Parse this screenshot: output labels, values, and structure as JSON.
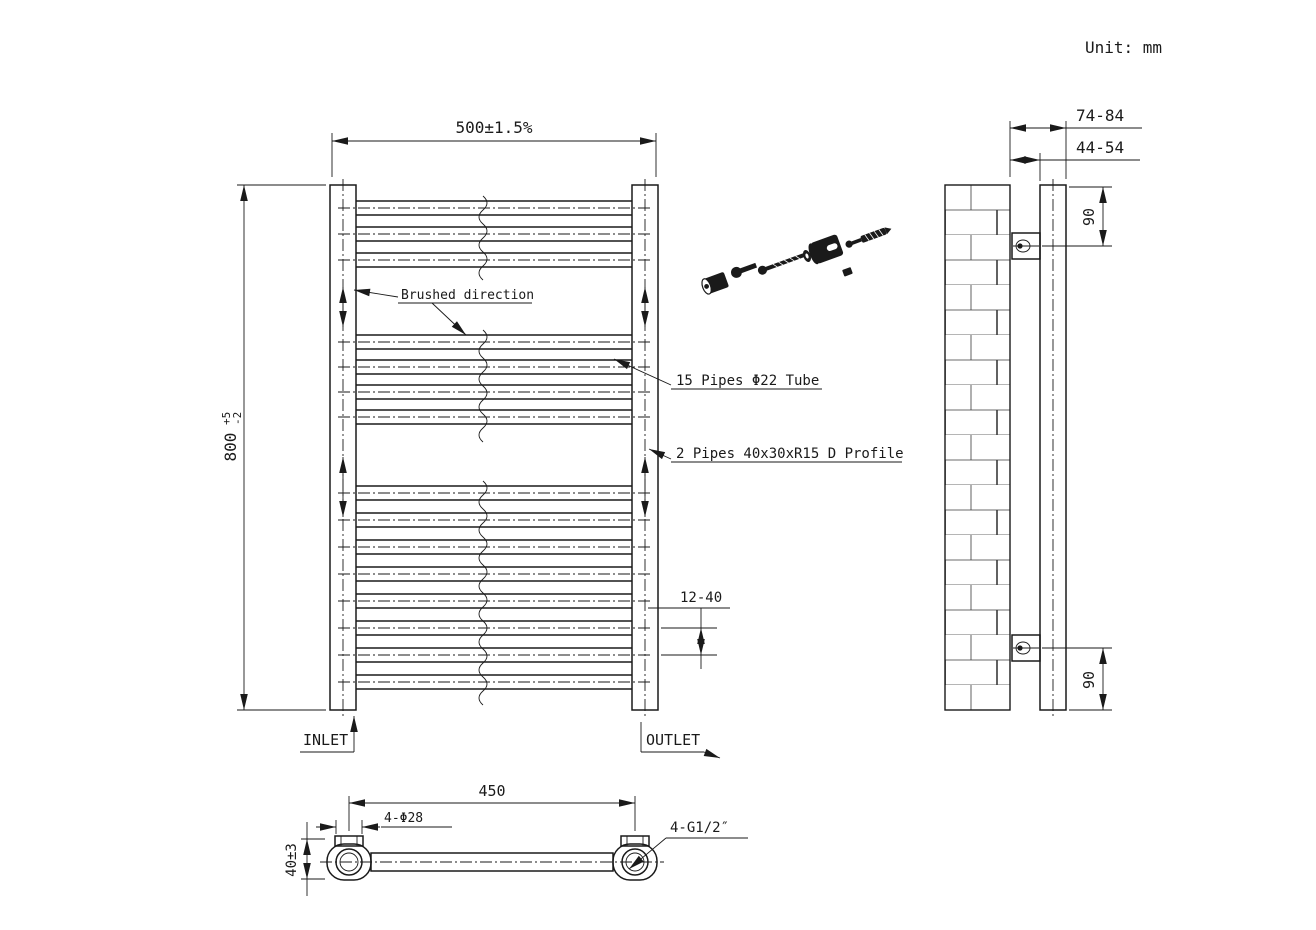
{
  "unit_note": "Unit: mm",
  "front_view": {
    "width_dim": "500±1.5%",
    "height_dim": {
      "value": "800",
      "tol_upper": "+5",
      "tol_lower": "-2"
    },
    "brushed_direction_label": "Brushed direction",
    "tube_label": "15 Pipes Φ22 Tube",
    "profile_label": "2 Pipes 40x30xR15 D Profile",
    "pipe_gap_dim": "12-40",
    "inlet_label": "INLET",
    "outlet_label": "OUTLET",
    "pipe_total": 15,
    "pipe_groups": [
      3,
      4,
      8
    ]
  },
  "side_view": {
    "wall_to_front_dim": "74-84",
    "wall_to_back_dim": "44-54",
    "top_bracket_offset_dim": "90",
    "bottom_bracket_offset_dim": "90"
  },
  "bottom_view": {
    "centres_dim": "450",
    "cap_diameter_dim": "4-Φ28",
    "depth_dim": "40±3",
    "thread_label": "4-G1/2″"
  }
}
